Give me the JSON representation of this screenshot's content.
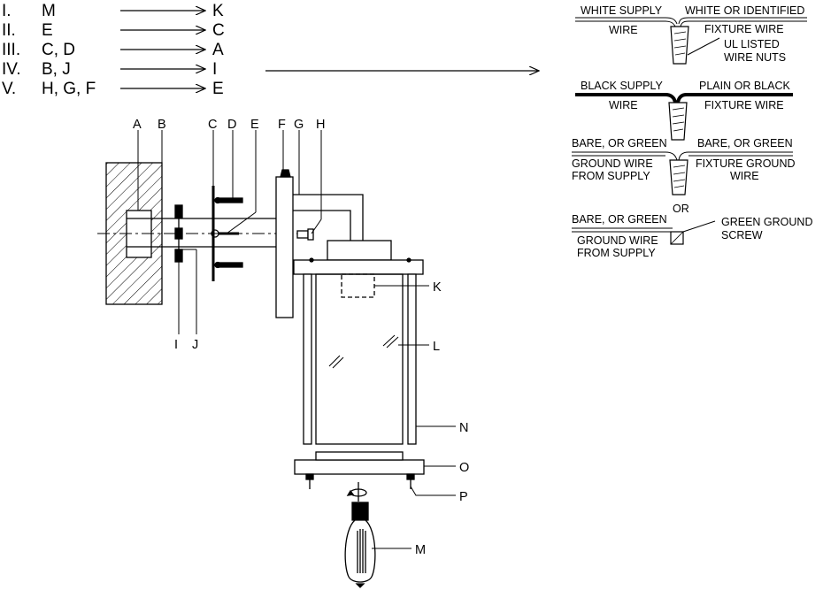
{
  "steps": [
    {
      "num": "I.",
      "parts": "M",
      "target": "K"
    },
    {
      "num": "II.",
      "parts": "E",
      "target": "C"
    },
    {
      "num": "III.",
      "parts": "C, D",
      "target": "A"
    },
    {
      "num": "IV.",
      "parts": "B, J",
      "target": "I"
    },
    {
      "num": "V.",
      "parts": "H, G, F",
      "target": "E"
    }
  ],
  "part_labels": {
    "A": "A",
    "B": "B",
    "C": "C",
    "D": "D",
    "E": "E",
    "F": "F",
    "G": "G",
    "H": "H",
    "I": "I",
    "J": "J",
    "K": "K",
    "L": "L",
    "M": "M",
    "N": "N",
    "O": "O",
    "P": "P"
  },
  "wiring": {
    "white_supply": "WHITE SUPPLY",
    "white_or_identified": "WHITE OR IDENTIFIED",
    "wire_1": "WIRE",
    "fixture_wire_1": "FIXTURE WIRE",
    "ul_listed": "UL LISTED",
    "wire_nuts": "WIRE NUTS",
    "black_supply": "BLACK SUPPLY",
    "plain_or_black": "PLAIN OR BLACK",
    "wire_2": "WIRE",
    "fixture_wire_2": "FIXTURE WIRE",
    "bare_or_green_1": "BARE, OR GREEN",
    "bare_or_green_2": "BARE, OR GREEN",
    "ground_wire_1": "GROUND WIRE",
    "from_supply_1": "FROM SUPPLY",
    "fixture_ground": "FIXTURE GROUND",
    "wire_3": "WIRE",
    "or": "OR",
    "bare_or_green_3": "BARE, OR GREEN",
    "green_ground": "GREEN GROUND",
    "screw": "SCREW",
    "ground_wire_2": "GROUND WIRE",
    "from_supply_2": "FROM SUPPLY"
  }
}
